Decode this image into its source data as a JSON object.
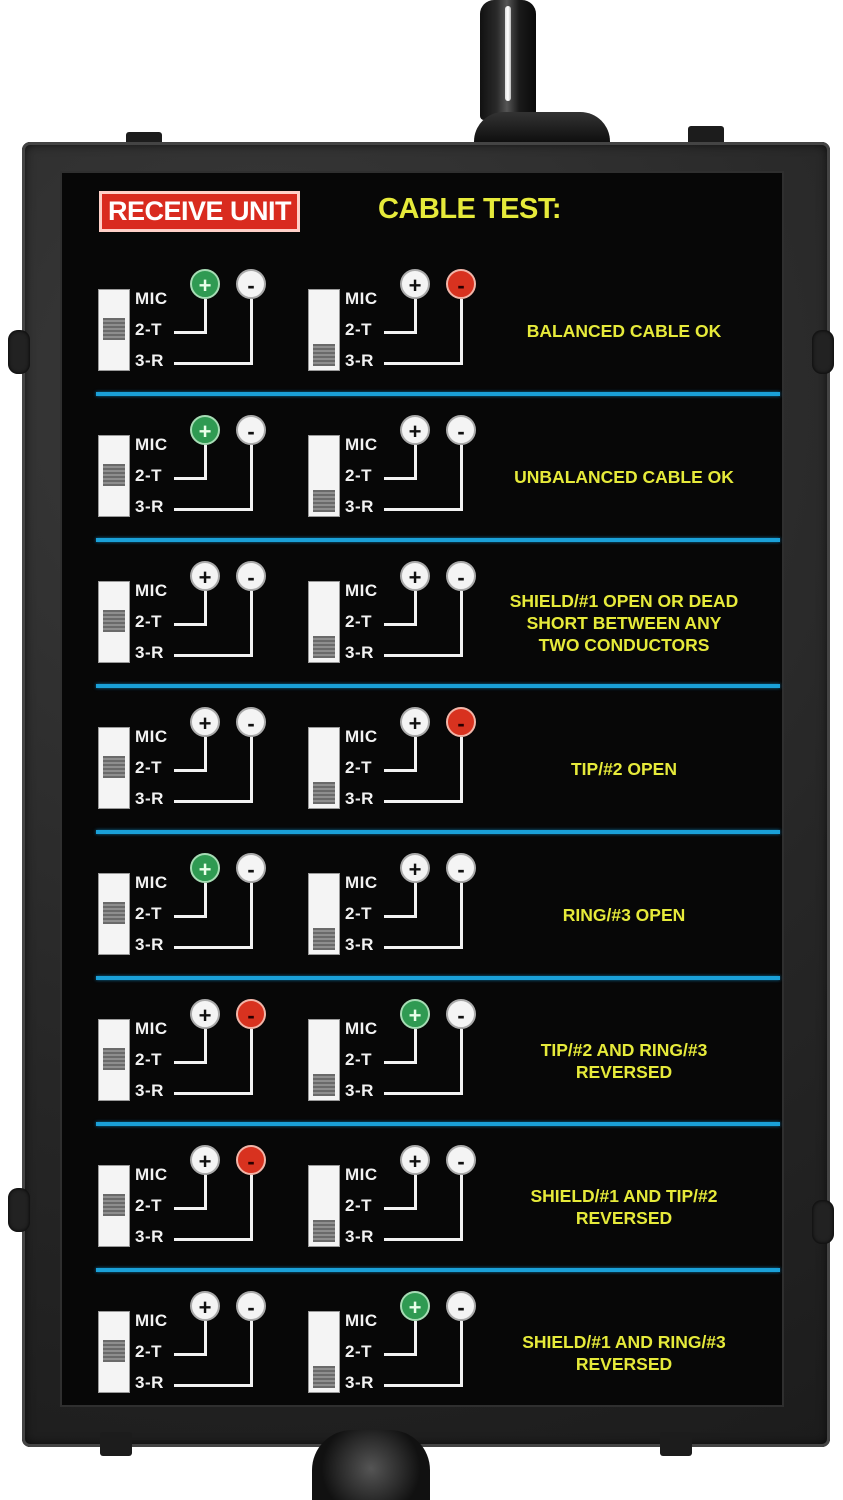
{
  "header": {
    "receive_label": "RECEIVE UNIT",
    "cable_test_label": "CABLE TEST:"
  },
  "terminal_labels": [
    "MIC",
    "2-T",
    "3-R"
  ],
  "colors": {
    "panel": "#070707",
    "text_yellow": "#e6ea3a",
    "receive_badge": "#d92b1f",
    "separator": "#1aa0d8",
    "led_green": "#2f9a52",
    "led_red": "#d8321f",
    "led_off": "#f4f4f4"
  },
  "rows": [
    {
      "description": [
        "BALANCED CABLE OK"
      ],
      "units": [
        {
          "switch": "middle",
          "leds": [
            {
              "symbol": "+",
              "state": "green"
            },
            {
              "symbol": "-",
              "state": "off"
            }
          ]
        },
        {
          "switch": "bottom",
          "leds": [
            {
              "symbol": "+",
              "state": "off"
            },
            {
              "symbol": "-",
              "state": "red"
            }
          ]
        }
      ]
    },
    {
      "description": [
        "UNBALANCED CABLE OK"
      ],
      "units": [
        {
          "switch": "middle",
          "leds": [
            {
              "symbol": "+",
              "state": "green"
            },
            {
              "symbol": "-",
              "state": "off"
            }
          ]
        },
        {
          "switch": "bottom",
          "leds": [
            {
              "symbol": "+",
              "state": "off"
            },
            {
              "symbol": "-",
              "state": "off"
            }
          ]
        }
      ]
    },
    {
      "description": [
        "SHIELD/#1 OPEN OR DEAD",
        "SHORT BETWEEN ANY",
        "TWO CONDUCTORS"
      ],
      "units": [
        {
          "switch": "middle",
          "leds": [
            {
              "symbol": "+",
              "state": "off"
            },
            {
              "symbol": "-",
              "state": "off"
            }
          ]
        },
        {
          "switch": "bottom",
          "leds": [
            {
              "symbol": "+",
              "state": "off"
            },
            {
              "symbol": "-",
              "state": "off"
            }
          ]
        }
      ]
    },
    {
      "description": [
        "TIP/#2 OPEN"
      ],
      "units": [
        {
          "switch": "middle",
          "leds": [
            {
              "symbol": "+",
              "state": "off"
            },
            {
              "symbol": "-",
              "state": "off"
            }
          ]
        },
        {
          "switch": "bottom",
          "leds": [
            {
              "symbol": "+",
              "state": "off"
            },
            {
              "symbol": "-",
              "state": "red"
            }
          ]
        }
      ]
    },
    {
      "description": [
        "RING/#3 OPEN"
      ],
      "units": [
        {
          "switch": "middle",
          "leds": [
            {
              "symbol": "+",
              "state": "green"
            },
            {
              "symbol": "-",
              "state": "off"
            }
          ]
        },
        {
          "switch": "bottom",
          "leds": [
            {
              "symbol": "+",
              "state": "off"
            },
            {
              "symbol": "-",
              "state": "off"
            }
          ]
        }
      ]
    },
    {
      "description": [
        "TIP/#2 AND RING/#3",
        "REVERSED"
      ],
      "units": [
        {
          "switch": "middle",
          "leds": [
            {
              "symbol": "+",
              "state": "off"
            },
            {
              "symbol": "-",
              "state": "red"
            }
          ]
        },
        {
          "switch": "bottom",
          "leds": [
            {
              "symbol": "+",
              "state": "green"
            },
            {
              "symbol": "-",
              "state": "off"
            }
          ]
        }
      ]
    },
    {
      "description": [
        "SHIELD/#1 AND TIP/#2",
        "REVERSED"
      ],
      "units": [
        {
          "switch": "middle",
          "leds": [
            {
              "symbol": "+",
              "state": "off"
            },
            {
              "symbol": "-",
              "state": "red"
            }
          ]
        },
        {
          "switch": "bottom",
          "leds": [
            {
              "symbol": "+",
              "state": "off"
            },
            {
              "symbol": "-",
              "state": "off"
            }
          ]
        }
      ]
    },
    {
      "description": [
        "SHIELD/#1 AND RING/#3",
        "REVERSED"
      ],
      "units": [
        {
          "switch": "middle",
          "leds": [
            {
              "symbol": "+",
              "state": "off"
            },
            {
              "symbol": "-",
              "state": "off"
            }
          ]
        },
        {
          "switch": "bottom",
          "leds": [
            {
              "symbol": "+",
              "state": "green"
            },
            {
              "symbol": "-",
              "state": "off"
            }
          ]
        }
      ]
    }
  ]
}
